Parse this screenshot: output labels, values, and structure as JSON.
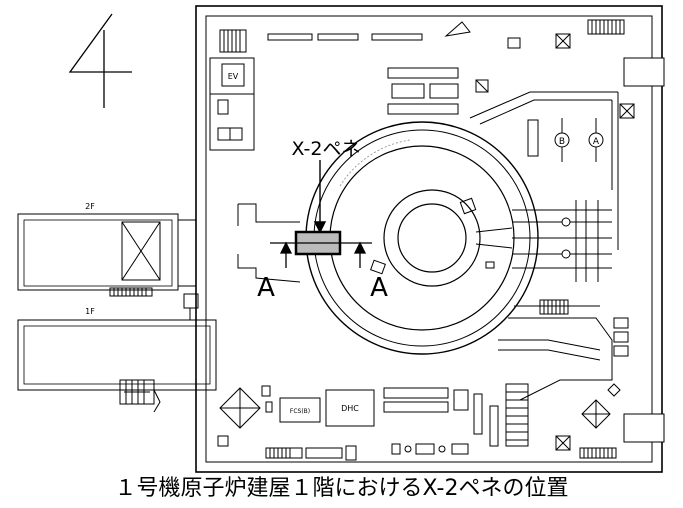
{
  "figure_number": "4",
  "callout_label": "X-2ペネ",
  "section_marker_left": "A",
  "section_marker_right": "A",
  "elevator_label": "EV",
  "pump_b_label": "B",
  "pump_a_label": "A",
  "inset_upper_label": "2F",
  "inset_lower_label": "1F",
  "room_label_fcs": "FCS(B)",
  "room_label_dhc": "DHC",
  "caption": "１号機原子炉建屋１階におけるX-2ペネの位置",
  "colors": {
    "line": "#000000",
    "penetration_fill": "#bbbbbb",
    "background": "#ffffff"
  }
}
